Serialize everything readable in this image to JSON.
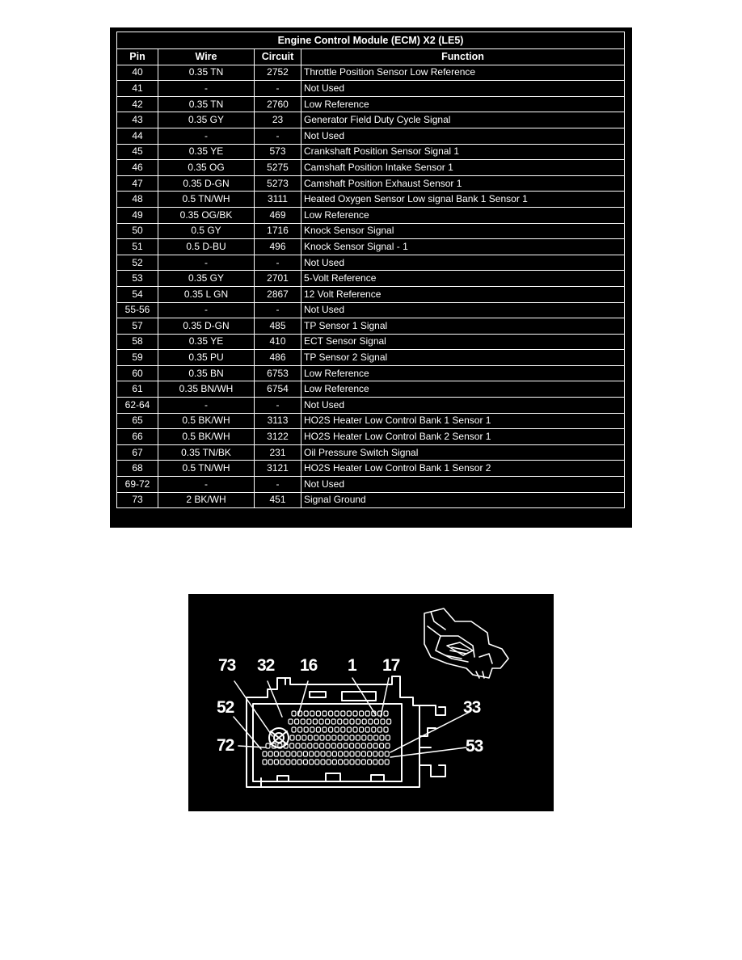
{
  "table": {
    "title": "Engine Control Module (ECM) X2 (LE5)",
    "headers": {
      "pin": "Pin",
      "wire": "Wire",
      "circuit": "Circuit",
      "function": "Function"
    },
    "rows": [
      {
        "pin": "40",
        "wire": "0.35 TN",
        "circuit": "2752",
        "function": "Throttle Position Sensor Low Reference"
      },
      {
        "pin": "41",
        "wire": "-",
        "circuit": "-",
        "function": "Not Used"
      },
      {
        "pin": "42",
        "wire": "0.35 TN",
        "circuit": "2760",
        "function": "Low Reference"
      },
      {
        "pin": "43",
        "wire": "0.35 GY",
        "circuit": "23",
        "function": "Generator Field Duty Cycle Signal"
      },
      {
        "pin": "44",
        "wire": "-",
        "circuit": "-",
        "function": "Not Used"
      },
      {
        "pin": "45",
        "wire": "0.35 YE",
        "circuit": "573",
        "function": "Crankshaft Position Sensor Signal 1"
      },
      {
        "pin": "46",
        "wire": "0.35 OG",
        "circuit": "5275",
        "function": "Camshaft Position Intake Sensor 1"
      },
      {
        "pin": "47",
        "wire": "0.35 D-GN",
        "circuit": "5273",
        "function": "Camshaft Position Exhaust Sensor 1"
      },
      {
        "pin": "48",
        "wire": "0.5 TN/WH",
        "circuit": "3111",
        "function": "Heated Oxygen Sensor Low signal Bank 1 Sensor 1"
      },
      {
        "pin": "49",
        "wire": "0.35 OG/BK",
        "circuit": "469",
        "function": "Low Reference"
      },
      {
        "pin": "50",
        "wire": "0.5 GY",
        "circuit": "1716",
        "function": "Knock Sensor Signal"
      },
      {
        "pin": "51",
        "wire": "0.5 D-BU",
        "circuit": "496",
        "function": "Knock Sensor Signal - 1"
      },
      {
        "pin": "52",
        "wire": "-",
        "circuit": "-",
        "function": "Not Used"
      },
      {
        "pin": "53",
        "wire": "0.35 GY",
        "circuit": "2701",
        "function": "5-Volt Reference"
      },
      {
        "pin": "54",
        "wire": "0.35 L GN",
        "circuit": "2867",
        "function": "12 Volt Reference"
      },
      {
        "pin": "55-56",
        "wire": "-",
        "circuit": "-",
        "function": "Not Used"
      },
      {
        "pin": "57",
        "wire": "0.35 D-GN",
        "circuit": "485",
        "function": "TP Sensor 1 Signal"
      },
      {
        "pin": "58",
        "wire": "0.35 YE",
        "circuit": "410",
        "function": "ECT Sensor Signal"
      },
      {
        "pin": "59",
        "wire": "0.35 PU",
        "circuit": "486",
        "function": "TP Sensor 2 Signal"
      },
      {
        "pin": "60",
        "wire": "0.35 BN",
        "circuit": "6753",
        "function": "Low Reference"
      },
      {
        "pin": "61",
        "wire": "0.35 BN/WH",
        "circuit": "6754",
        "function": "Low Reference"
      },
      {
        "pin": "62-64",
        "wire": "-",
        "circuit": "-",
        "function": "Not Used"
      },
      {
        "pin": "65",
        "wire": "0.5 BK/WH",
        "circuit": "3113",
        "function": "HO2S Heater Low Control Bank 1 Sensor 1"
      },
      {
        "pin": "66",
        "wire": "0.5 BK/WH",
        "circuit": "3122",
        "function": "HO2S Heater Low Control Bank 2 Sensor 1"
      },
      {
        "pin": "67",
        "wire": "0.35 TN/BK",
        "circuit": "231",
        "function": "Oil Pressure Switch Signal"
      },
      {
        "pin": "68",
        "wire": "0.5 TN/WH",
        "circuit": "3121",
        "function": "HO2S Heater Low Control Bank 1 Sensor 2"
      },
      {
        "pin": "69-72",
        "wire": "-",
        "circuit": "-",
        "function": "Not Used"
      },
      {
        "pin": "73",
        "wire": "2 BK/WH",
        "circuit": "451",
        "function": "Signal Ground"
      }
    ]
  },
  "connector": {
    "pin_labels": {
      "p73": "73",
      "p32": "32",
      "p16": "16",
      "p1": "1",
      "p17": "17",
      "p52": "52",
      "p33": "33",
      "p72": "72",
      "p53": "53"
    }
  },
  "colors": {
    "background": "#000000",
    "foreground": "#ffffff",
    "page": "#ffffff"
  }
}
